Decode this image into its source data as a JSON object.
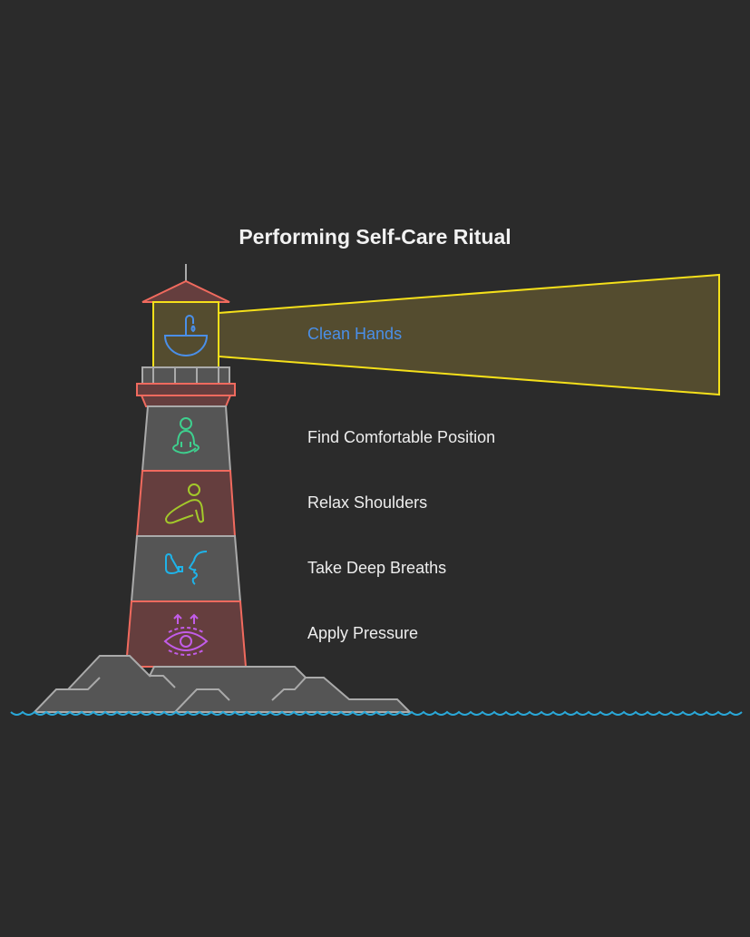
{
  "title": "Performing Self-Care Ritual",
  "steps": [
    {
      "label": "Clean Hands",
      "icon": "sink-icon",
      "color": "#4a8fe8"
    },
    {
      "label": "Find Comfortable Position",
      "icon": "meditation-icon",
      "color": "#3ecf8e"
    },
    {
      "label": "Relax Shoulders",
      "icon": "stretch-icon",
      "color": "#a3c92a"
    },
    {
      "label": "Take Deep Breaths",
      "icon": "inhaler-icon",
      "color": "#1fb3e8"
    },
    {
      "label": "Apply Pressure",
      "icon": "eye-icon",
      "color": "#c25ce8"
    }
  ]
}
